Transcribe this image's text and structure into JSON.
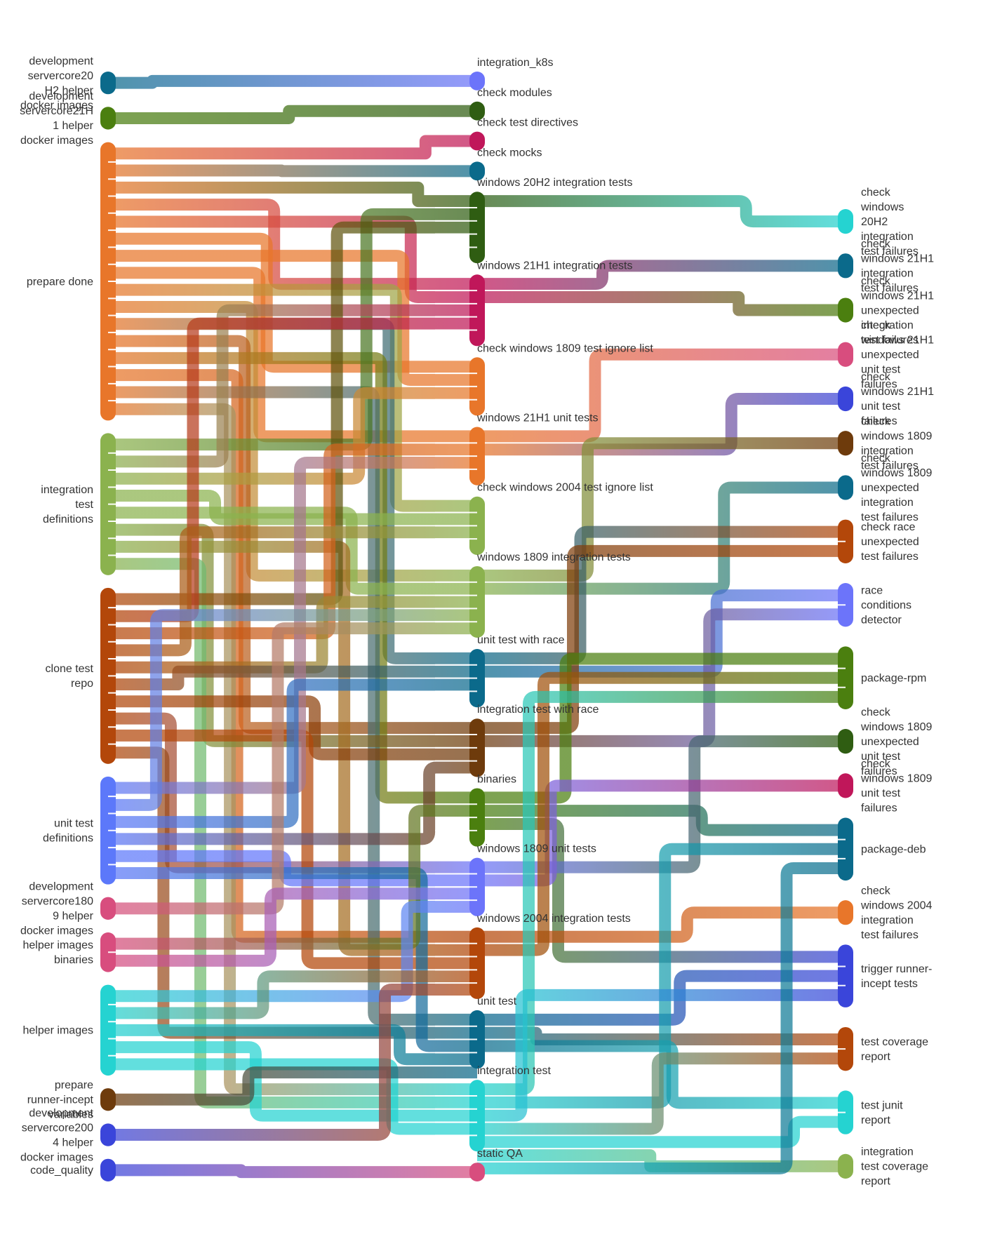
{
  "columns": [
    {
      "name": "source-column",
      "nodes": [
        {
          "label": "development servercore20H2 helper docker images",
          "lines": [
            "development",
            "servercore20",
            "H2 helper",
            "docker images"
          ],
          "color": "#0b6a8b",
          "links": 1
        },
        {
          "label": "development servercore21H1 helper docker images",
          "lines": [
            "development",
            "servercore21H",
            "1 helper",
            "docker images"
          ],
          "color": "#4b7f0f",
          "links": 1
        },
        {
          "label": "prepare done",
          "lines": [
            "prepare done"
          ],
          "color": "#e8762a",
          "links": 16
        },
        {
          "label": "integration test definitions",
          "lines": [
            "integration",
            "test",
            "definitions"
          ],
          "color": "#8bb24e",
          "links": 8
        },
        {
          "label": "clone test repo",
          "lines": [
            "clone test",
            "repo"
          ],
          "color": "#b3470a",
          "links": 10
        },
        {
          "label": "unit test definitions",
          "lines": [
            "unit test",
            "definitions"
          ],
          "color": "#5c78fa",
          "links": 6
        },
        {
          "label": "development servercore1809 helper docker images",
          "lines": [
            "development",
            "servercore180",
            "9 helper",
            "docker images"
          ],
          "color": "#d84d7e",
          "links": 1
        },
        {
          "label": "helper images binaries",
          "lines": [
            "helper images",
            "binaries"
          ],
          "color": "#d84d7e",
          "links": 2
        },
        {
          "label": "helper images",
          "lines": [
            "helper images"
          ],
          "color": "#25d3d1",
          "links": 5
        },
        {
          "label": "prepare runner-incept variables",
          "lines": [
            "prepare",
            "runner-incept",
            "variables"
          ],
          "color": "#6e3b0c",
          "links": 1
        },
        {
          "label": "development servercore2004 helper docker images",
          "lines": [
            "development",
            "servercore200",
            "4 helper",
            "docker images"
          ],
          "color": "#3a45da",
          "links": 1
        },
        {
          "label": "code_quality",
          "lines": [
            "code_quality"
          ],
          "color": "#3a45da",
          "links": 1
        }
      ]
    },
    {
      "name": "middle-column",
      "nodes": [
        {
          "label": "integration_k8s",
          "color": "#6c74fa",
          "links": 1
        },
        {
          "label": "check modules",
          "color": "#2f5d12",
          "links": 1
        },
        {
          "label": "check test directives",
          "color": "#c0175a",
          "links": 1
        },
        {
          "label": "check mocks",
          "color": "#0b6a8b",
          "links": 1
        },
        {
          "label": "windows 20H2 integration tests",
          "color": "#2f5d12",
          "links": 5
        },
        {
          "label": "windows 21H1 integration tests",
          "color": "#c0175a",
          "links": 5
        },
        {
          "label": "check windows 1809 test ignore list",
          "color": "#e8762a",
          "links": 4
        },
        {
          "label": "windows 21H1 unit tests",
          "color": "#e8762a",
          "links": 4
        },
        {
          "label": "check windows 2004 test ignore list",
          "color": "#8bb24e",
          "links": 4
        },
        {
          "label": "windows 1809 integration tests",
          "color": "#8bb24e",
          "links": 5
        },
        {
          "label": "unit test with race",
          "color": "#0b6a8b",
          "links": 4
        },
        {
          "label": "integration test with race",
          "color": "#6e3b0c",
          "links": 4
        },
        {
          "label": "binaries",
          "color": "#4b7f0f",
          "links": 4
        },
        {
          "label": "windows 1809 unit tests",
          "color": "#6c74fa",
          "links": 4
        },
        {
          "label": "windows 2004 integration tests",
          "color": "#b3470a",
          "links": 5
        },
        {
          "label": "unit test",
          "color": "#0b6a8b",
          "links": 4
        },
        {
          "label": "integration test",
          "color": "#25d3d1",
          "links": 5
        },
        {
          "label": "static QA",
          "color": "#d84d7e",
          "links": 1
        }
      ]
    },
    {
      "name": "target-column",
      "nodes": [
        {
          "label": "check windows 20H2 integration test failures",
          "lines": [
            "check",
            "windows",
            "20H2",
            "integration",
            "test failures"
          ],
          "color": "#25d3d1",
          "links": 1
        },
        {
          "label": "check windows 21H1 integration test failures",
          "lines": [
            "check",
            "windows 21H1",
            "integration",
            "test failures"
          ],
          "color": "#0b6a8b",
          "links": 1
        },
        {
          "label": "check windows 21H1 unexpected integration test failures",
          "lines": [
            "check",
            "windows 21H1",
            "unexpected",
            "integration",
            "test failures"
          ],
          "color": "#4b7f0f",
          "links": 1
        },
        {
          "label": "check windows 21H1 unexpected unit test failures",
          "lines": [
            "check",
            "windows 21H1",
            "unexpected",
            "unit test",
            "failures"
          ],
          "color": "#d84d7e",
          "links": 1
        },
        {
          "label": "check windows 21H1 unit test failures",
          "lines": [
            "check",
            "windows 21H1",
            "unit test",
            "failures"
          ],
          "color": "#3a45da",
          "links": 1
        },
        {
          "label": "check windows 1809 integration test failures",
          "lines": [
            "check",
            "windows 1809",
            "integration",
            "test failures"
          ],
          "color": "#6e3b0c",
          "links": 1
        },
        {
          "label": "check windows 1809 unexpected integration test failures",
          "lines": [
            "check",
            "windows 1809",
            "unexpected",
            "integration",
            "test failures"
          ],
          "color": "#0b6a8b",
          "links": 1
        },
        {
          "label": "check race unexpected test failures",
          "lines": [
            "check race",
            "unexpected",
            "test failures"
          ],
          "color": "#b3470a",
          "links": 2
        },
        {
          "label": "race conditions detector",
          "lines": [
            "race",
            "conditions",
            "detector"
          ],
          "color": "#6c74fa",
          "links": 2
        },
        {
          "label": "package-rpm",
          "lines": [
            "package-rpm"
          ],
          "color": "#4b7f0f",
          "links": 3
        },
        {
          "label": "check windows 1809 unexpected unit test failures",
          "lines": [
            "check",
            "windows 1809",
            "unexpected",
            "unit test",
            "failures"
          ],
          "color": "#2f5d12",
          "links": 1
        },
        {
          "label": "check windows 1809 unit test failures",
          "lines": [
            "check",
            "windows 1809",
            "unit test",
            "failures"
          ],
          "color": "#c0175a",
          "links": 1
        },
        {
          "label": "package-deb",
          "lines": [
            "package-deb"
          ],
          "color": "#0b6a8b",
          "links": 3
        },
        {
          "label": "check windows 2004 integration test failures",
          "lines": [
            "check",
            "windows 2004",
            "integration",
            "test failures"
          ],
          "color": "#e8762a",
          "links": 1
        },
        {
          "label": "trigger runner-incept tests",
          "lines": [
            "trigger runner-",
            "incept tests"
          ],
          "color": "#3a45da",
          "links": 3
        },
        {
          "label": "test coverage report",
          "lines": [
            "test coverage",
            "report"
          ],
          "color": "#b3470a",
          "links": 2
        },
        {
          "label": "test junit report",
          "lines": [
            "test junit",
            "report"
          ],
          "color": "#25d3d1",
          "links": 2
        },
        {
          "label": "integration test coverage report",
          "lines": [
            "integration",
            "test coverage",
            "report"
          ],
          "color": "#8bb24e",
          "links": 1
        }
      ]
    }
  ],
  "links": [
    {
      "from": "development servercore20H2 helper docker images",
      "to": "integration_k8s"
    },
    {
      "from": "development servercore21H1 helper docker images",
      "to": "check modules"
    },
    {
      "from": "prepare done",
      "to": "check test directives"
    },
    {
      "from": "prepare done",
      "to": "check mocks"
    },
    {
      "from": "prepare done",
      "to": "windows 20H2 integration tests"
    },
    {
      "from": "prepare done",
      "to": "windows 21H1 integration tests"
    },
    {
      "from": "prepare done",
      "to": "windows 21H1 integration tests"
    },
    {
      "from": "prepare done",
      "to": "check windows 1809 test ignore list"
    },
    {
      "from": "prepare done",
      "to": "check windows 1809 test ignore list"
    },
    {
      "from": "prepare done",
      "to": "windows 21H1 unit tests"
    },
    {
      "from": "prepare done",
      "to": "check windows 2004 test ignore list"
    },
    {
      "from": "prepare done",
      "to": "windows 1809 integration tests"
    },
    {
      "from": "prepare done",
      "to": "unit test with race"
    },
    {
      "from": "prepare done",
      "to": "integration test with race"
    },
    {
      "from": "prepare done",
      "to": "binaries"
    },
    {
      "from": "prepare done",
      "to": "windows 2004 integration tests"
    },
    {
      "from": "prepare done",
      "to": "unit test"
    },
    {
      "from": "prepare done",
      "to": "integration test"
    },
    {
      "from": "integration test definitions",
      "to": "windows 20H2 integration tests"
    },
    {
      "from": "integration test definitions",
      "to": "windows 21H1 integration tests"
    },
    {
      "from": "integration test definitions",
      "to": "check windows 1809 test ignore list"
    },
    {
      "from": "integration test definitions",
      "to": "check windows 2004 test ignore list"
    },
    {
      "from": "integration test definitions",
      "to": "windows 1809 integration tests"
    },
    {
      "from": "integration test definitions",
      "to": "integration test with race"
    },
    {
      "from": "integration test definitions",
      "to": "windows 2004 integration tests"
    },
    {
      "from": "integration test definitions",
      "to": "integration test"
    },
    {
      "from": "clone test repo",
      "to": "windows 20H2 integration tests"
    },
    {
      "from": "clone test repo",
      "to": "windows 21H1 integration tests"
    },
    {
      "from": "clone test repo",
      "to": "windows 21H1 unit tests"
    },
    {
      "from": "clone test repo",
      "to": "check windows 2004 test ignore list"
    },
    {
      "from": "clone test repo",
      "to": "windows 1809 integration tests"
    },
    {
      "from": "clone test repo",
      "to": "unit test with race"
    },
    {
      "from": "clone test repo",
      "to": "integration test with race"
    },
    {
      "from": "clone test repo",
      "to": "windows 1809 unit tests"
    },
    {
      "from": "clone test repo",
      "to": "windows 2004 integration tests"
    },
    {
      "from": "clone test repo",
      "to": "unit test"
    },
    {
      "from": "unit test definitions",
      "to": "windows 21H1 unit tests"
    },
    {
      "from": "unit test definitions",
      "to": "windows 1809 integration tests"
    },
    {
      "from": "unit test definitions",
      "to": "unit test with race"
    },
    {
      "from": "unit test definitions",
      "to": "integration test with race"
    },
    {
      "from": "unit test definitions",
      "to": "windows 1809 unit tests"
    },
    {
      "from": "unit test definitions",
      "to": "unit test"
    },
    {
      "from": "development servercore1809 helper docker images",
      "to": "windows 1809 integration tests"
    },
    {
      "from": "helper images binaries",
      "to": "binaries"
    },
    {
      "from": "helper images binaries",
      "to": "windows 1809 unit tests"
    },
    {
      "from": "helper images",
      "to": "windows 1809 unit tests"
    },
    {
      "from": "helper images",
      "to": "windows 2004 integration tests"
    },
    {
      "from": "helper images",
      "to": "unit test"
    },
    {
      "from": "helper images",
      "to": "integration test"
    },
    {
      "from": "helper images",
      "to": "integration test"
    },
    {
      "from": "prepare runner-incept variables",
      "to": "unit test"
    },
    {
      "from": "development servercore2004 helper docker images",
      "to": "windows 2004 integration tests"
    },
    {
      "from": "code_quality",
      "to": "static QA"
    },
    {
      "from": "windows 20H2 integration tests",
      "to": "check windows 20H2 integration test failures"
    },
    {
      "from": "windows 21H1 integration tests",
      "to": "check windows 21H1 integration test failures"
    },
    {
      "from": "windows 21H1 integration tests",
      "to": "check windows 21H1 unexpected integration test failures"
    },
    {
      "from": "windows 21H1 unit tests",
      "to": "check windows 21H1 unexpected unit test failures"
    },
    {
      "from": "windows 21H1 unit tests",
      "to": "check windows 21H1 unit test failures"
    },
    {
      "from": "windows 1809 integration tests",
      "to": "check windows 1809 integration test failures"
    },
    {
      "from": "windows 1809 integration tests",
      "to": "check windows 1809 unexpected integration test failures"
    },
    {
      "from": "unit test with race",
      "to": "check race unexpected test failures"
    },
    {
      "from": "unit test with race",
      "to": "race conditions detector"
    },
    {
      "from": "integration test with race",
      "to": "check race unexpected test failures"
    },
    {
      "from": "integration test with race",
      "to": "race conditions detector"
    },
    {
      "from": "binaries",
      "to": "package-rpm"
    },
    {
      "from": "binaries",
      "to": "package-deb"
    },
    {
      "from": "binaries",
      "to": "trigger runner-incept tests"
    },
    {
      "from": "windows 1809 unit tests",
      "to": "check windows 1809 unexpected unit test failures"
    },
    {
      "from": "windows 1809 unit tests",
      "to": "check windows 1809 unit test failures"
    },
    {
      "from": "windows 2004 integration tests",
      "to": "check windows 2004 integration test failures"
    },
    {
      "from": "windows 2004 integration tests",
      "to": "package-rpm"
    },
    {
      "from": "unit test",
      "to": "trigger runner-incept tests"
    },
    {
      "from": "unit test",
      "to": "test coverage report"
    },
    {
      "from": "unit test",
      "to": "test junit report"
    },
    {
      "from": "integration test",
      "to": "package-rpm"
    },
    {
      "from": "integration test",
      "to": "package-deb"
    },
    {
      "from": "integration test",
      "to": "trigger runner-incept tests"
    },
    {
      "from": "integration test",
      "to": "test coverage report"
    },
    {
      "from": "integration test",
      "to": "test junit report"
    },
    {
      "from": "integration test",
      "to": "integration test coverage report"
    },
    {
      "from": "integration test",
      "to": "package-deb"
    }
  ]
}
